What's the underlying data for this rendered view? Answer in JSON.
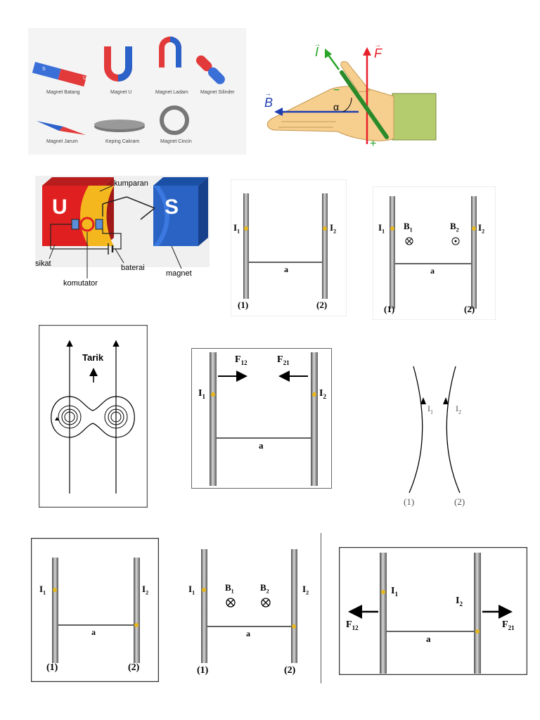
{
  "magnets": {
    "batang": "Magnet Batang",
    "u": "Magnet U",
    "ladam": "Magnet Ladam",
    "silinder": "Magnet Silinder",
    "jarum": "Magnet Jarum",
    "keping": "Keping Cakram",
    "cincin": "Magnet Cincin",
    "pole_s": "S",
    "pole_u": "U"
  },
  "hand_rule": {
    "current": "I",
    "force": "F",
    "field": "B",
    "angle": "α",
    "minus": "−",
    "plus": "+"
  },
  "motor": {
    "pole_u": "U",
    "pole_s": "S",
    "kumparan": "kumparan",
    "sikat": "sikat",
    "komutator": "komutator",
    "baterai": "baterai",
    "magnet": "magnet"
  },
  "wires_basic": {
    "i1": "I",
    "i1_sub": "1",
    "i2": "I",
    "i2_sub": "2",
    "a": "a",
    "w1": "(1)",
    "w2": "(2)"
  },
  "wires_field": {
    "i1": "I",
    "i1_sub": "1",
    "i2": "I",
    "i2_sub": "2",
    "b1": "B",
    "b1_sub": "1",
    "b2": "B",
    "b2_sub": "2",
    "a": "a",
    "w1": "(1)",
    "w2": "(2)"
  },
  "attraction": {
    "tarik": "Tarik"
  },
  "forces_attract": {
    "f12": "F",
    "f12_sub": "12",
    "f21": "F",
    "f21_sub": "21",
    "i1": "I",
    "i1_sub": "1",
    "i2": "I",
    "i2_sub": "2",
    "a": "a"
  },
  "curved": {
    "i1": "I",
    "i1_sub": "1",
    "i2": "I",
    "i2_sub": "2",
    "w1": "(1)",
    "w2": "(2)"
  },
  "wires_opposite": {
    "i1": "I",
    "i1_sub": "1",
    "i2": "I",
    "i2_sub": "2",
    "a": "a",
    "w1": "(1)",
    "w2": "(2)"
  },
  "wires_field_in": {
    "i1": "I",
    "i1_sub": "1",
    "i2": "I",
    "i2_sub": "2",
    "b1": "B",
    "b1_sub": "1",
    "b2": "B",
    "b2_sub": "2",
    "a": "a",
    "w1": "(1)",
    "w2": "(2)"
  },
  "forces_repel": {
    "f12": "F",
    "f12_sub": "12",
    "f21": "F",
    "f21_sub": "21",
    "i1": "I",
    "i1_sub": "1",
    "i2": "I",
    "i2_sub": "2",
    "a": "a"
  }
}
